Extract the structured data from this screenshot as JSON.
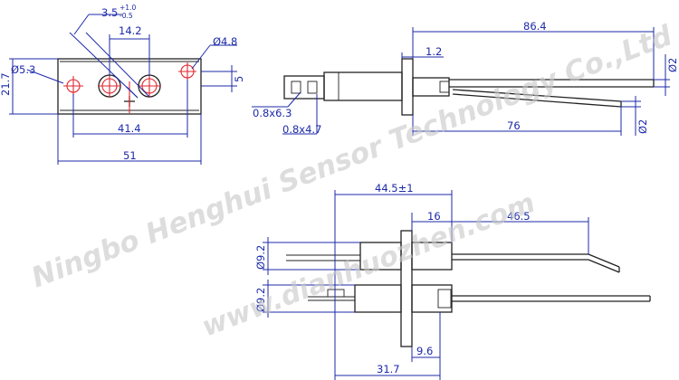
{
  "watermark": {
    "line1": "Ningbo Henghui Sensor Technology Co.,Ltd",
    "line2": "www.dianhuozhen.com"
  },
  "left_view": {
    "tolerance_main": "3.5",
    "tolerance_upper": "+1.0",
    "tolerance_lower": "-0.5",
    "hole_spacing": "14.2",
    "hole_right_dia": "Ø4.8",
    "hole_left_dia": "Ø5.3",
    "height": "21.7",
    "hole_offset": "5",
    "hole_outer_spacing": "41.4",
    "width": "51"
  },
  "right_view": {
    "overall_length": "86.4",
    "flange_thickness": "1.2",
    "tab_1": "0.8x6.3",
    "tab_2": "0.8x4.7",
    "rod_length": "76",
    "rod_dia_top": "Ø2",
    "rod_dia_bottom": "Ø2"
  },
  "bottom_view": {
    "overall": "44.5±1",
    "insulator_length": "16",
    "rod_extension": "46.5",
    "body_dia_top": "Ø9.2",
    "body_dia_bottom": "Ø9.2",
    "flange_offset": "9.6",
    "rear_length": "31.7"
  }
}
